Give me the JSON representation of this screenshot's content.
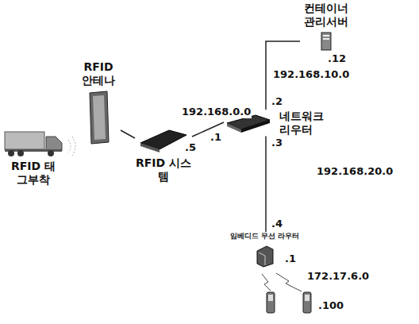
{
  "diagram": {
    "nodes": [
      {
        "text": [
          "RFID 태그부착"
        ]
      },
      {
        "text": [
          "RFID 안테나"
        ]
      },
      {
        "text": [
          "RFID 시스템"
        ]
      },
      {
        "text": [
          "네트워크 리우터"
        ]
      },
      {
        "text": [
          "컨테이너 관리서버"
        ]
      },
      {
        "text": [
          "임베디드 무선 라우터"
        ]
      }
    ],
    "edges": [
      {
        "from": 1,
        "to": 2,
        "arrow": "none"
      },
      {
        "from": 2,
        "to": 3,
        "label": "192.168.0.0",
        "arrow": "none"
      },
      {
        "from": 4,
        "to": 3,
        "label": "192.168.10.0",
        "arrow": "none"
      },
      {
        "from": 3,
        "to": 5,
        "label": "192.168.20.0",
        "arrow": "none"
      }
    ],
    "labels": [
      ".5",
      ".1",
      ".2",
      ".12",
      ".3",
      ".4",
      ".1",
      "172.17.6.0",
      ".100"
    ]
  }
}
